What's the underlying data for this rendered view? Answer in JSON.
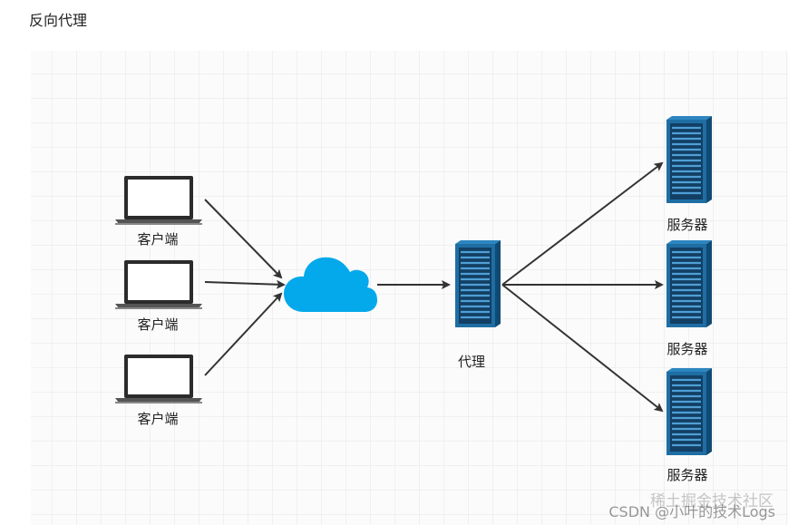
{
  "title": "反向代理",
  "nodes": {
    "clients": [
      {
        "label": "客户端"
      },
      {
        "label": "客户端"
      },
      {
        "label": "客户端"
      }
    ],
    "proxy": {
      "label": "代理"
    },
    "servers": [
      {
        "label": "服务器"
      },
      {
        "label": "服务器"
      },
      {
        "label": "服务器"
      }
    ]
  },
  "colors": {
    "cloud": "#04a9eb",
    "server_dark": "#0f4a73",
    "server_mid": "#1f6ea3",
    "server_light": "#2d86c0",
    "arrow": "#333333",
    "laptop_frame": "#2b2b2b",
    "grid": "#e6e6e6"
  },
  "watermarks": {
    "line1": "稀土掘金技术社区",
    "line2": "CSDN @小叶的技术Logs"
  }
}
